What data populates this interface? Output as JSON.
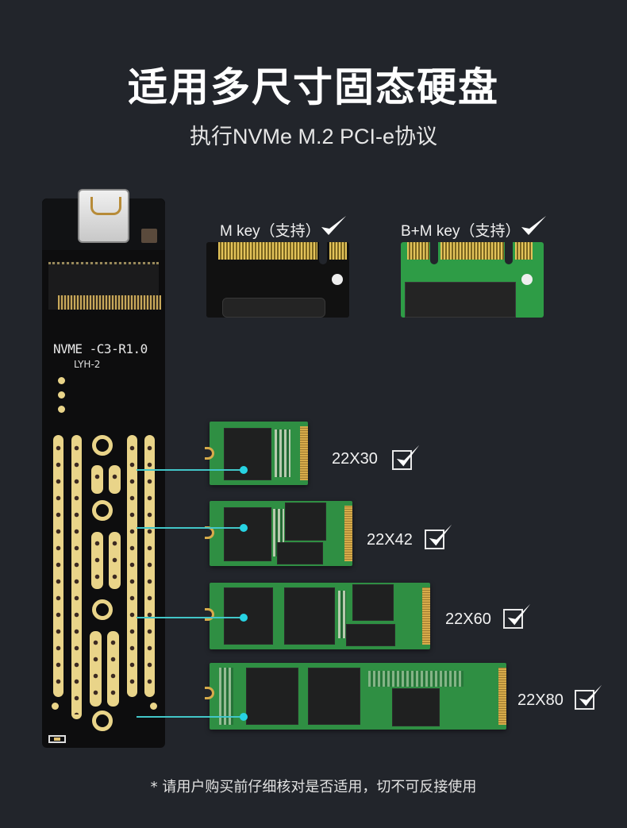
{
  "header": {
    "title": "适用多尺寸固态硬盘",
    "subtitle": "执行NVMe M.2 PCI-e协议"
  },
  "adapter_board": {
    "model_label": "NVME -C3-R1.0",
    "sub_label": "LYH-2",
    "connector_type": "USB-C"
  },
  "key_types": [
    {
      "label": "M key（支持）",
      "supported": true,
      "icon": "check-icon",
      "board_color": "#111111"
    },
    {
      "label": "B+M key（支持）",
      "supported": true,
      "icon": "check-icon",
      "board_color": "#2e9c46"
    }
  ],
  "sizes": [
    {
      "label": "22X30",
      "checked": true,
      "icon": "checkbox-checked-icon"
    },
    {
      "label": "22X42",
      "checked": true,
      "icon": "checkbox-checked-icon"
    },
    {
      "label": "22X60",
      "checked": true,
      "icon": "checkbox-checked-icon"
    },
    {
      "label": "22X80",
      "checked": true,
      "icon": "checkbox-checked-icon"
    }
  ],
  "footer": {
    "note": "* 请用户购买前仔细核对是否适用，切不可反接使用"
  },
  "colors": {
    "background": "#22252b",
    "connector_line": "#42c6c8",
    "connector_dot": "#27d3e3",
    "gold": "#e9d489",
    "pcb_green": "#2f8f43"
  }
}
